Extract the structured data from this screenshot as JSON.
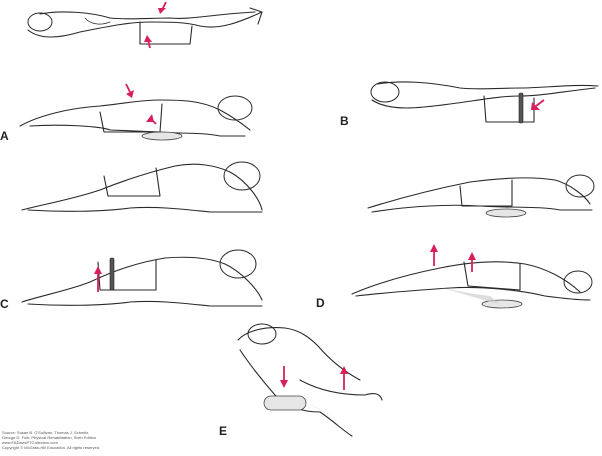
{
  "labels": {
    "a": "A",
    "b": "B",
    "c": "C",
    "d": "D",
    "e": "E"
  },
  "source": {
    "line1": "Source: Susan B. O'Sullivan, Thomas J. Schmitz,",
    "line2": "George D. Fulk: Physical Rehabilitation, Sixth Edition",
    "line3": "www.FADavisPTCollection.com",
    "line4": "Copyright © McGraw-Hill Education. All rights reserved."
  },
  "colors": {
    "arrow": "#d81f5a",
    "outline": "#2a2a2a",
    "pad": "#e6e6e6",
    "band": "#555555"
  }
}
